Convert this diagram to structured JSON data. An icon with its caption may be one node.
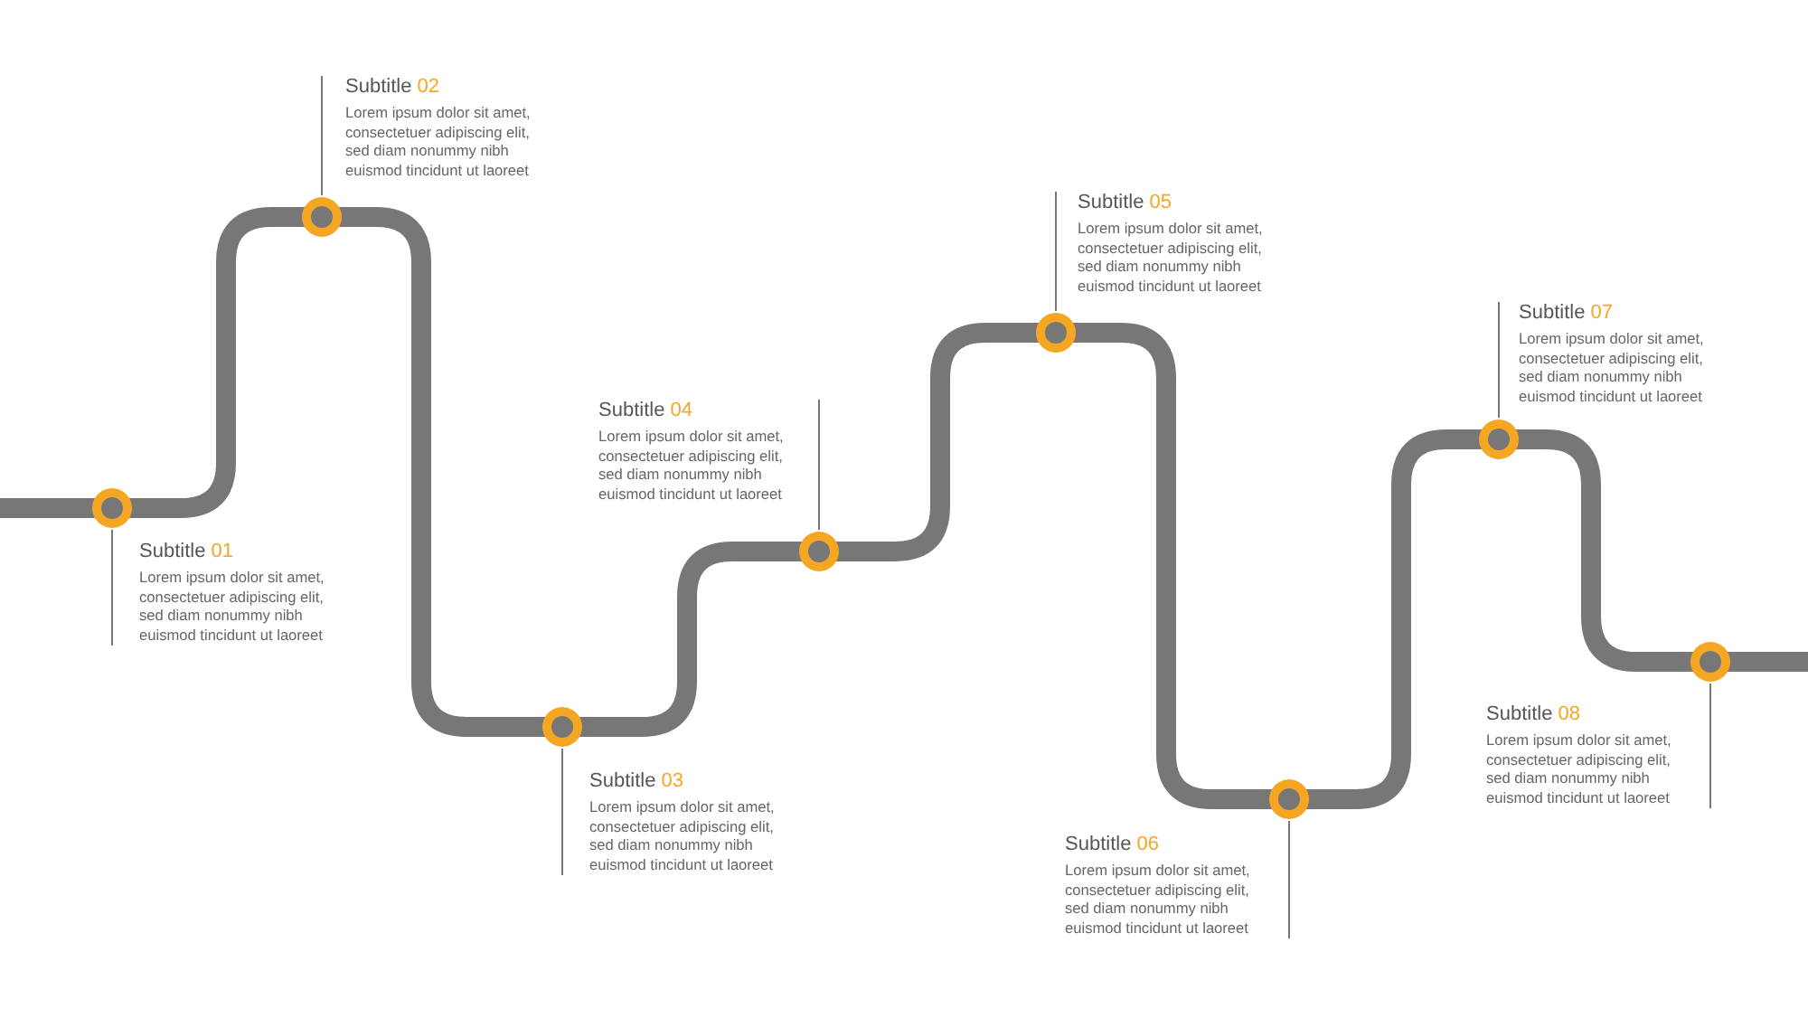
{
  "diagram": {
    "nodes": [
      {
        "text": [
          "Subtitle 01",
          "Lorem ipsum dolor sit amet, consectetuer adipiscing elit, sed diam nonummy nibh euismod tincidunt ut laoreet"
        ]
      },
      {
        "text": [
          "Subtitle 02",
          "Lorem ipsum dolor sit amet, consectetuer adipiscing elit, sed diam nonummy nibh euismod tincidunt ut laoreet"
        ]
      },
      {
        "text": [
          "Subtitle 03",
          "Lorem ipsum dolor sit amet, consectetuer adipiscing elit, sed diam nonummy nibh euismod tincidunt ut laoreet"
        ]
      },
      {
        "text": [
          "Subtitle 04",
          "Lorem ipsum dolor sit amet, consectetuer adipiscing elit, sed diam nonummy nibh euismod tincidunt ut laoreet"
        ]
      },
      {
        "text": [
          "Subtitle 05",
          "Lorem ipsum dolor sit amet, consectetuer adipiscing elit, sed diam nonummy nibh euismod tincidunt ut laoreet"
        ]
      },
      {
        "text": [
          "Subtitle 06",
          "Lorem ipsum dolor sit amet, consectetuer adipiscing elit, sed diam nonummy nibh euismod tincidunt ut laoreet"
        ]
      },
      {
        "text": [
          "Subtitle 07",
          "Lorem ipsum dolor sit amet, consectetuer adipiscing elit, sed diam nonummy nibh euismod tincidunt ut laoreet"
        ]
      },
      {
        "text": [
          "Subtitle 08",
          "Lorem ipsum dolor sit amet, consectetuer adipiscing elit, sed diam nonummy nibh euismod tincidunt ut laoreet"
        ]
      },
      {
        "text": [],
        "shape": "circle"
      },
      {
        "text": [],
        "shape": "circle"
      },
      {
        "text": [],
        "shape": "circle"
      },
      {
        "text": [],
        "shape": "circle"
      },
      {
        "text": [],
        "shape": "circle"
      },
      {
        "text": [],
        "shape": "circle"
      },
      {
        "text": [],
        "shape": "circle"
      },
      {
        "text": [],
        "shape": "circle"
      }
    ],
    "edges": [
      {
        "from": 0,
        "to": 8,
        "arrow": "none"
      },
      {
        "from": 1,
        "to": 9,
        "arrow": "none"
      },
      {
        "from": 2,
        "to": 10,
        "arrow": "none"
      },
      {
        "from": 3,
        "to": 11,
        "arrow": "none"
      },
      {
        "from": 4,
        "to": 12,
        "arrow": "none"
      },
      {
        "from": 5,
        "to": 13,
        "arrow": "none"
      },
      {
        "from": 6,
        "to": 14,
        "arrow": "none"
      },
      {
        "from": 7,
        "to": 15,
        "arrow": "none"
      }
    ]
  }
}
